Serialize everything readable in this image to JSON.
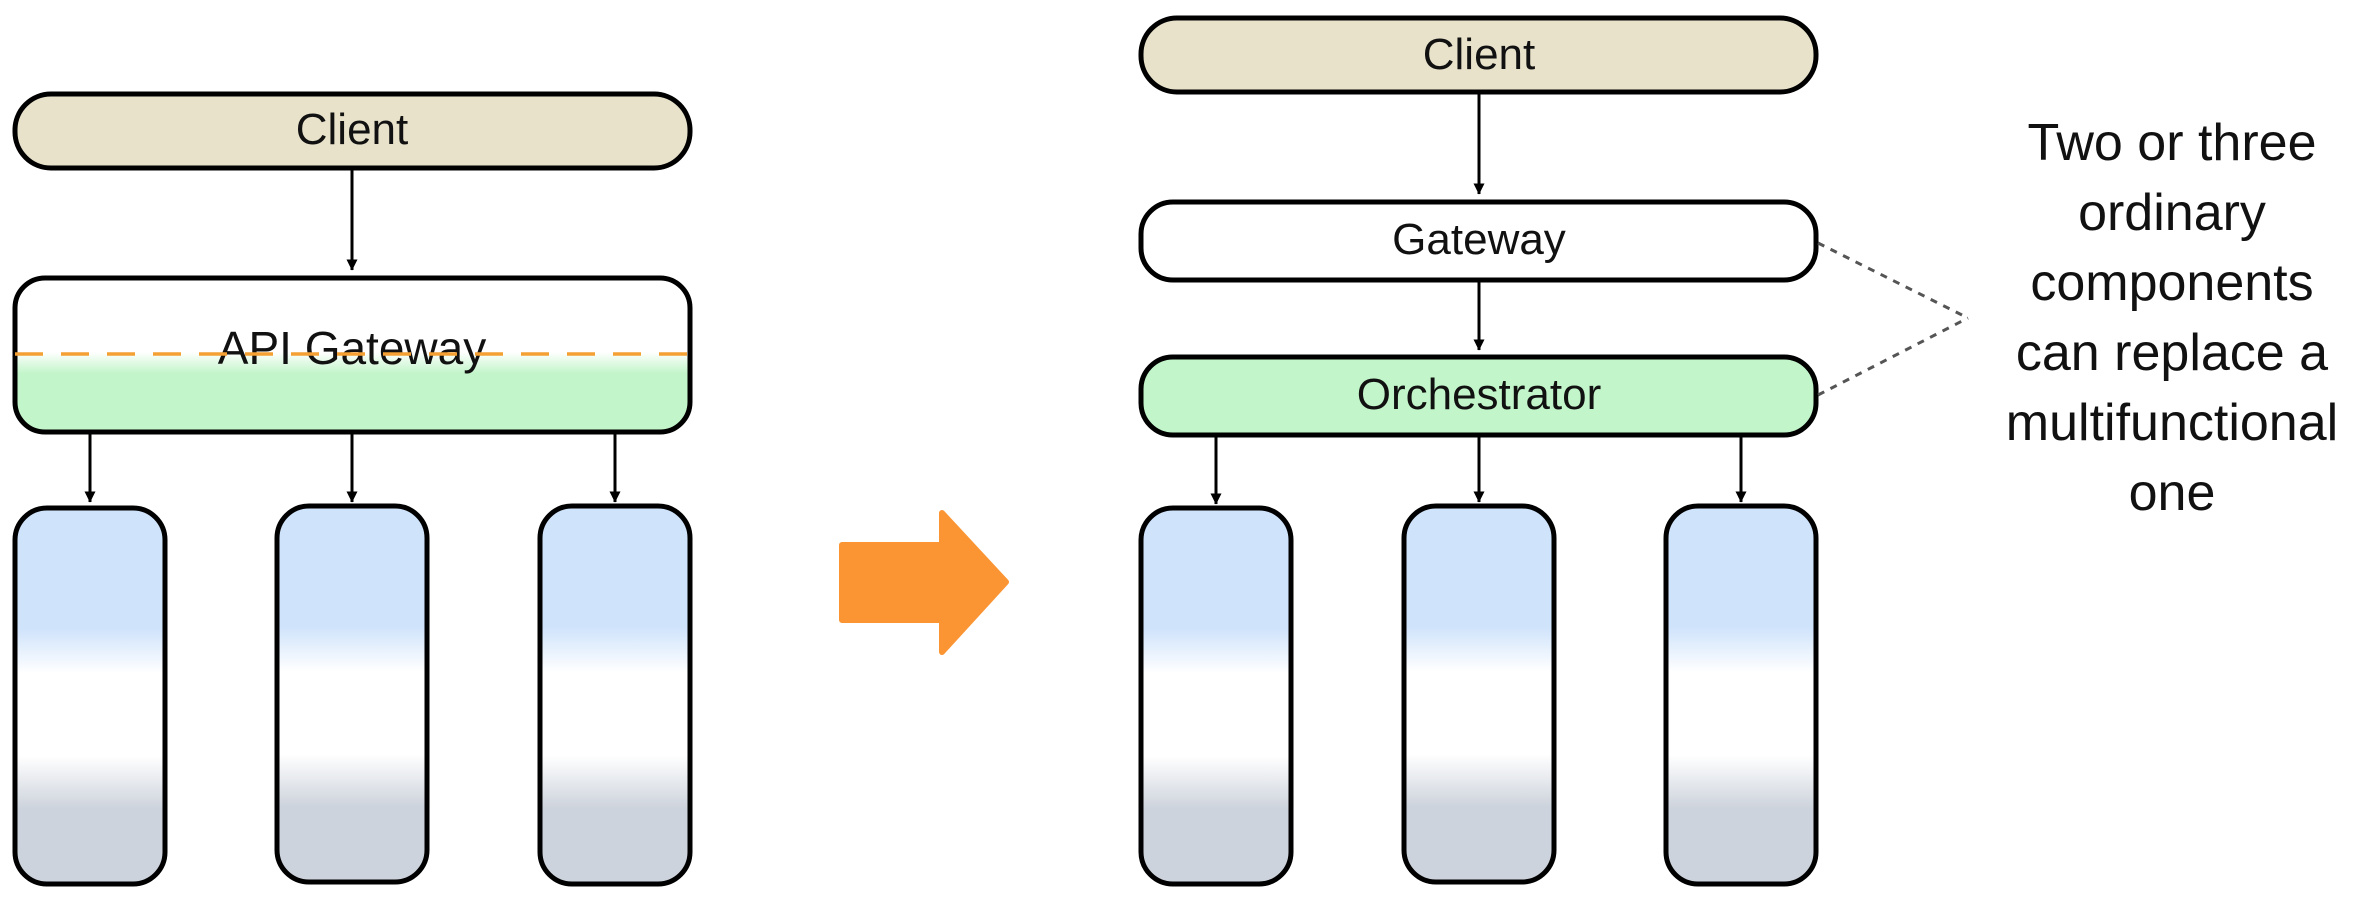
{
  "left": {
    "client_label": "Client",
    "gateway_label": "API Gateway"
  },
  "right": {
    "client_label": "Client",
    "gateway_label": "Gateway",
    "orchestrator_label": "Orchestrator"
  },
  "annotation": {
    "lines": [
      "Two or three",
      "ordinary",
      "components",
      "can replace a",
      "multifunctional",
      "one"
    ]
  },
  "colors": {
    "client_fill": "#e8e2cb",
    "orchestration_green": "#c2f5c9",
    "service_blue": "#cfe3fb",
    "service_gray": "#cdd3dc",
    "transition_arrow": "#fb9432",
    "divider_orange": "#f4a033",
    "stroke": "#000000"
  }
}
